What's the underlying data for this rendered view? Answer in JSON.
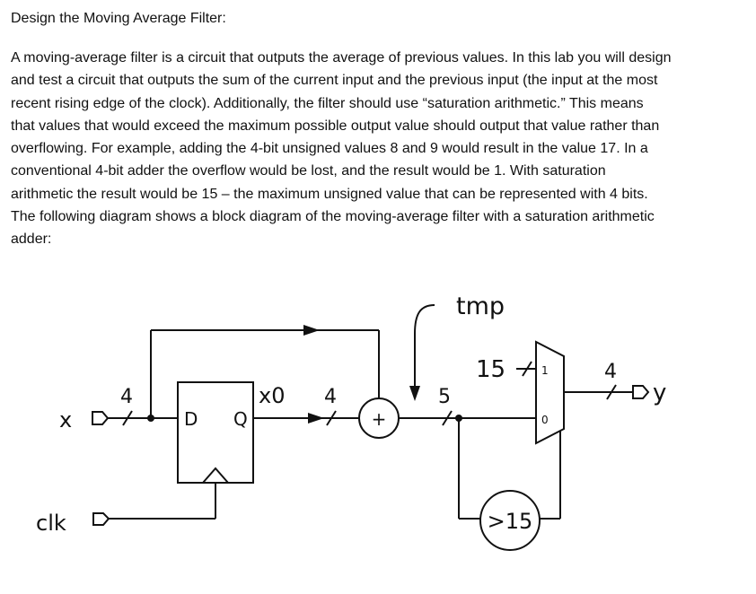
{
  "heading": "Design the Moving Average Filter:",
  "paragraph_lines": [
    "A moving-average filter is a circuit that outputs the average of previous values. In this lab you will design",
    "and test a circuit that outputs the sum of the current input and the previous input (the input at the most",
    "recent rising edge of the clock). Additionally, the filter should use “saturation arithmetic.” This means",
    "that values that would exceed the maximum possible output value should output that value rather than",
    "overflowing. For example, adding the 4-bit unsigned values 8 and 9 would result in the value 17. In a",
    "conventional 4-bit adder the overflow would be lost, and the result would be 1. With saturation",
    "arithmetic the result would be 15 – the maximum unsigned value that can be represented with 4 bits.",
    "The following diagram shows a block diagram of the moving-average filter with a saturation arithmetic",
    "adder:"
  ],
  "diagram": {
    "input_x": "x",
    "input_clk": "clk",
    "width_in": "4",
    "ff_d": "D",
    "ff_q": "Q",
    "reg_signal": "x0",
    "width_reg": "4",
    "adder_symbol": "+",
    "tmp_label": "tmp",
    "width_sum": "5",
    "const_15": "15",
    "mux_in1": "1",
    "mux_in0": "0",
    "compare": ">15",
    "width_out": "4",
    "output_y": "y"
  }
}
